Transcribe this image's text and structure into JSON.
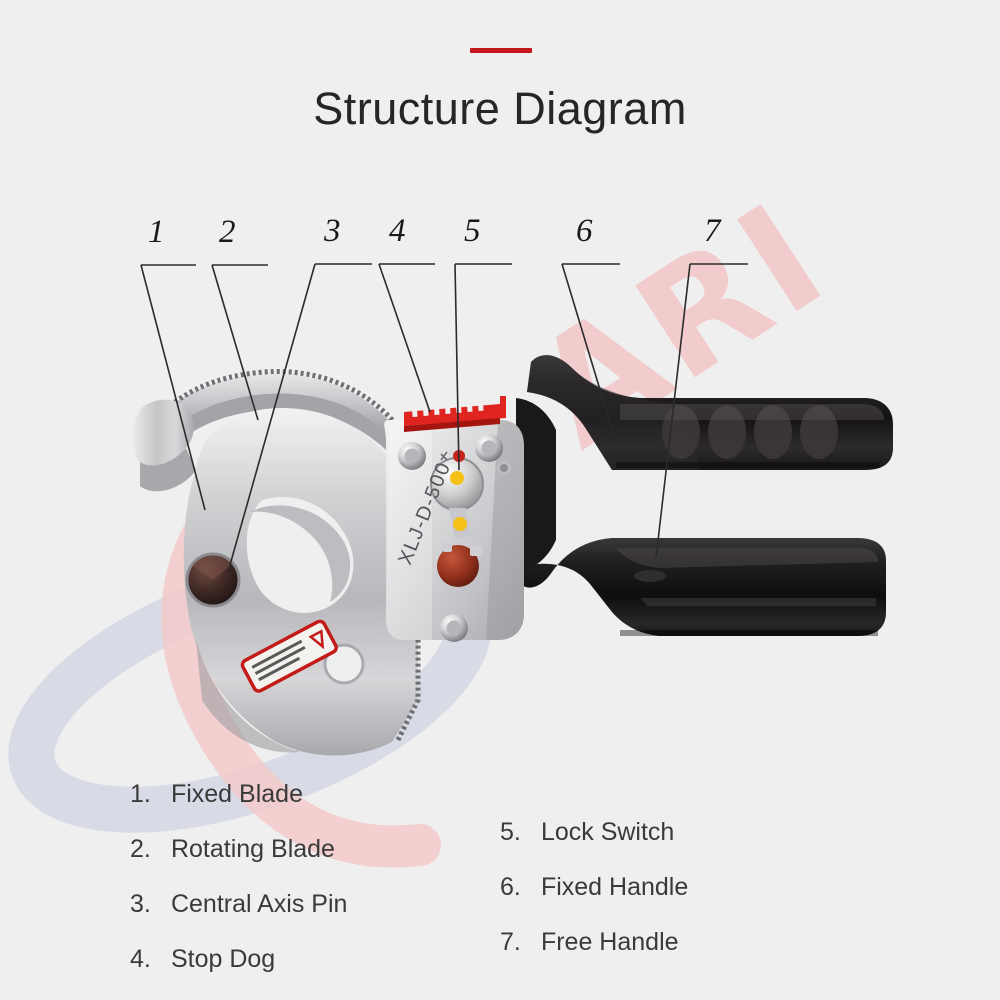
{
  "page": {
    "title": "Structure Diagram",
    "background_color": "#efefef",
    "accent_color": "#c4161c"
  },
  "callouts": [
    {
      "id": "1",
      "label": "1"
    },
    {
      "id": "2",
      "label": "2"
    },
    {
      "id": "3",
      "label": "3"
    },
    {
      "id": "4",
      "label": "4"
    },
    {
      "id": "5",
      "label": "5"
    },
    {
      "id": "6",
      "label": "6"
    },
    {
      "id": "7",
      "label": "7"
    }
  ],
  "legend": {
    "left_column": [
      {
        "num": "1.",
        "text": "Fixed Blade"
      },
      {
        "num": "2.",
        "text": "Rotating Blade"
      },
      {
        "num": "3.",
        "text": "Central Axis Pin"
      },
      {
        "num": "4.",
        "text": "Stop Dog"
      }
    ],
    "right_column": [
      {
        "num": "5.",
        "text": "Lock Switch"
      },
      {
        "num": "6.",
        "text": "Fixed Handle"
      },
      {
        "num": "7.",
        "text": "Free Handle"
      }
    ]
  },
  "product": {
    "model_text": "XLJ-D-500",
    "warning_label_present": true,
    "colors": {
      "blade_steel": "#c9c9cb",
      "handle_black": "#231f20",
      "stop_dog_red": "#e0241f",
      "indicator_yellow": "#f5c116",
      "pin_dark": "#3a2523"
    }
  },
  "watermark": {
    "brand_text": "ARI",
    "color": "#f3c9c9",
    "swoosh_color": "#c7c9de"
  }
}
